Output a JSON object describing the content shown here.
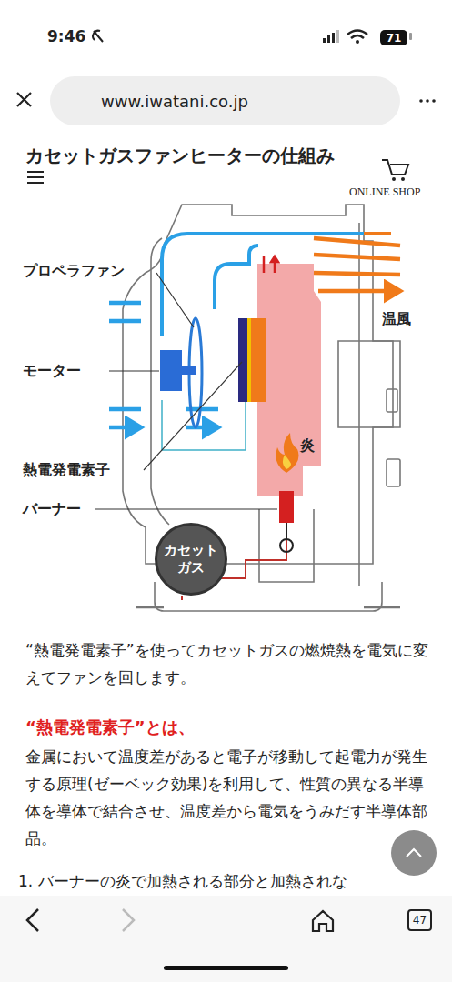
{
  "diagram": {
    "title": "カセットガスファンヒーターの仕組み",
    "nodes": [
      {
        "text": [
          "71"
        ]
      },
      {
        "text": [
          "www.iwatani.co.jp"
        ]
      },
      {
        "text": [
          "カセット ガス"
        ]
      },
      {
        "text": [
          "47"
        ]
      }
    ],
    "edges": [],
    "labels": [
      "9:46",
      "ONLINE SHOP",
      "プロペラファン",
      "モーター",
      "熱電発電素子",
      "バーナー",
      "温風",
      "炎",
      "“熱電発電素子”を使ってカセットガスの燃焼熱を電気に変えてファンを回します。",
      "“熱電発電素子”とは、",
      "金属において温度差があると電子が移動して起電力が発生する原理(ゼーベック効果)を利用して、性質の異なる半導体を導体で結合させ、温度差から電気をうみだす半導体部品。",
      "1. バーナーの炎で加熱される部分と加熱されな"
    ]
  }
}
